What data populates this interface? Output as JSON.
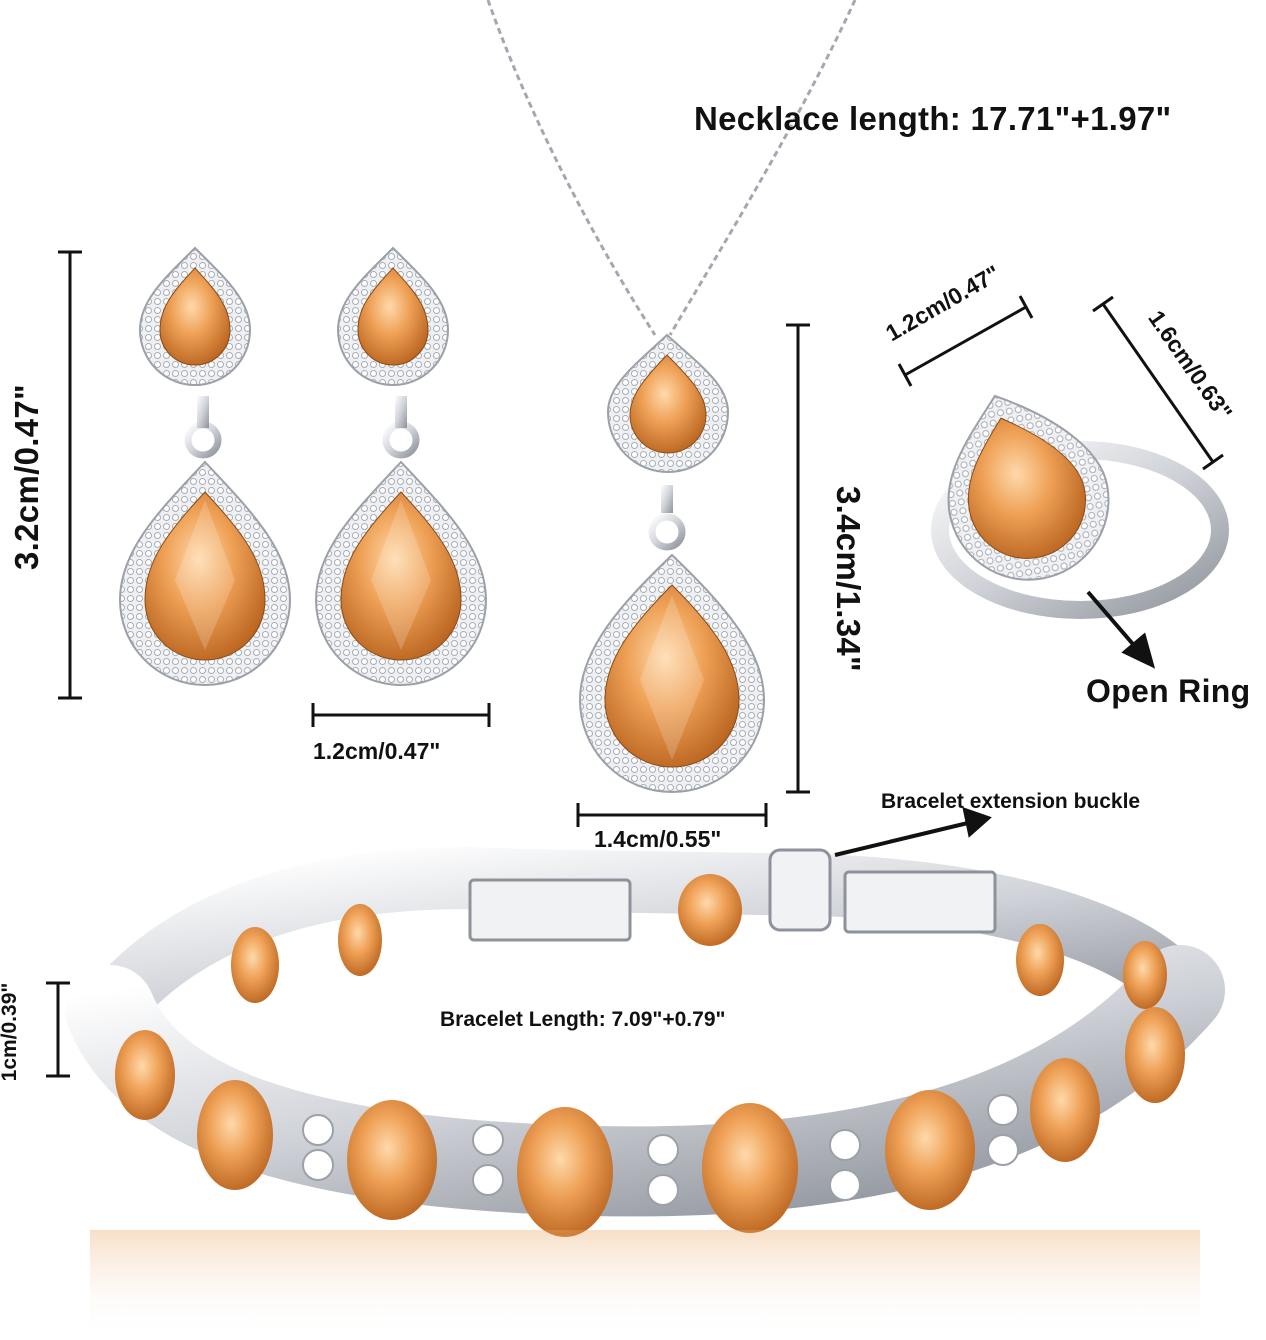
{
  "labels": {
    "necklace_length": "Necklace length: 17.71\"+1.97\"",
    "earring_height": "3.2cm/0.47\"",
    "earring_width": "1.2cm/0.47\"",
    "pendant_height": "3.4cm/1.34\"",
    "pendant_width": "1.4cm/0.55\"",
    "ring_width": "1.2cm/0.47\"",
    "ring_height": "1.6cm/0.63\"",
    "open_ring": "Open Ring",
    "bracelet_extension": "Bracelet extension buckle",
    "bracelet_length": "Bracelet Length: 7.09\"+0.79\"",
    "bracelet_width": "1cm/0.39\""
  },
  "colors": {
    "gem": "#e89a4a",
    "gem_dark": "#c06a22",
    "gem_light": "#ffd3a0",
    "silver": "#d9dbe0",
    "silver_dark": "#9a9ea6",
    "text": "#111111"
  }
}
